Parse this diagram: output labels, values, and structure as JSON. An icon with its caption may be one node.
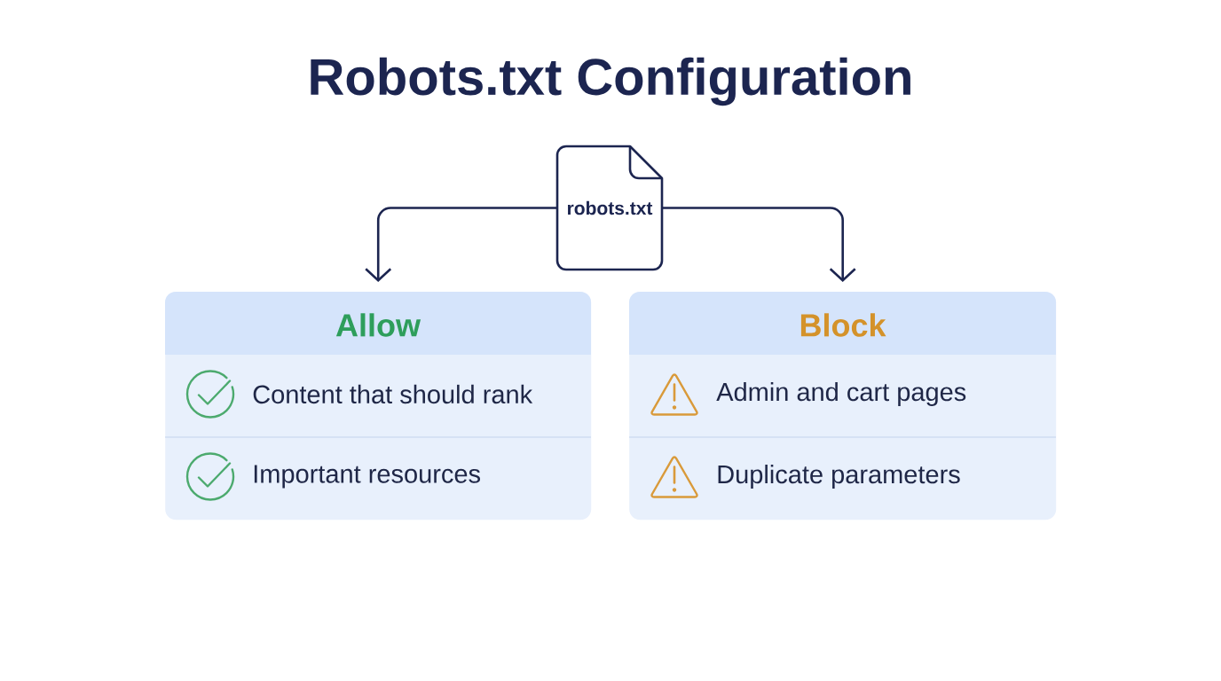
{
  "diagram": {
    "title": "Robots.txt Configuration",
    "nodes": [
      {
        "text": [
          "robots.txt"
        ]
      },
      {
        "text": [
          "Allow"
        ]
      },
      {
        "text": [
          "Content that should rank"
        ],
        "in": 1
      },
      {
        "text": [
          "Important resources"
        ],
        "in": 1
      },
      {
        "text": [
          "Block"
        ]
      },
      {
        "text": [
          "Admin and cart pages"
        ],
        "in": 4
      },
      {
        "text": [
          "Duplicate parameters"
        ],
        "in": 4
      }
    ],
    "edges": [
      {
        "from": 0,
        "to": 1,
        "arrow": "to"
      },
      {
        "from": 0,
        "to": 4,
        "arrow": "to"
      }
    ]
  }
}
